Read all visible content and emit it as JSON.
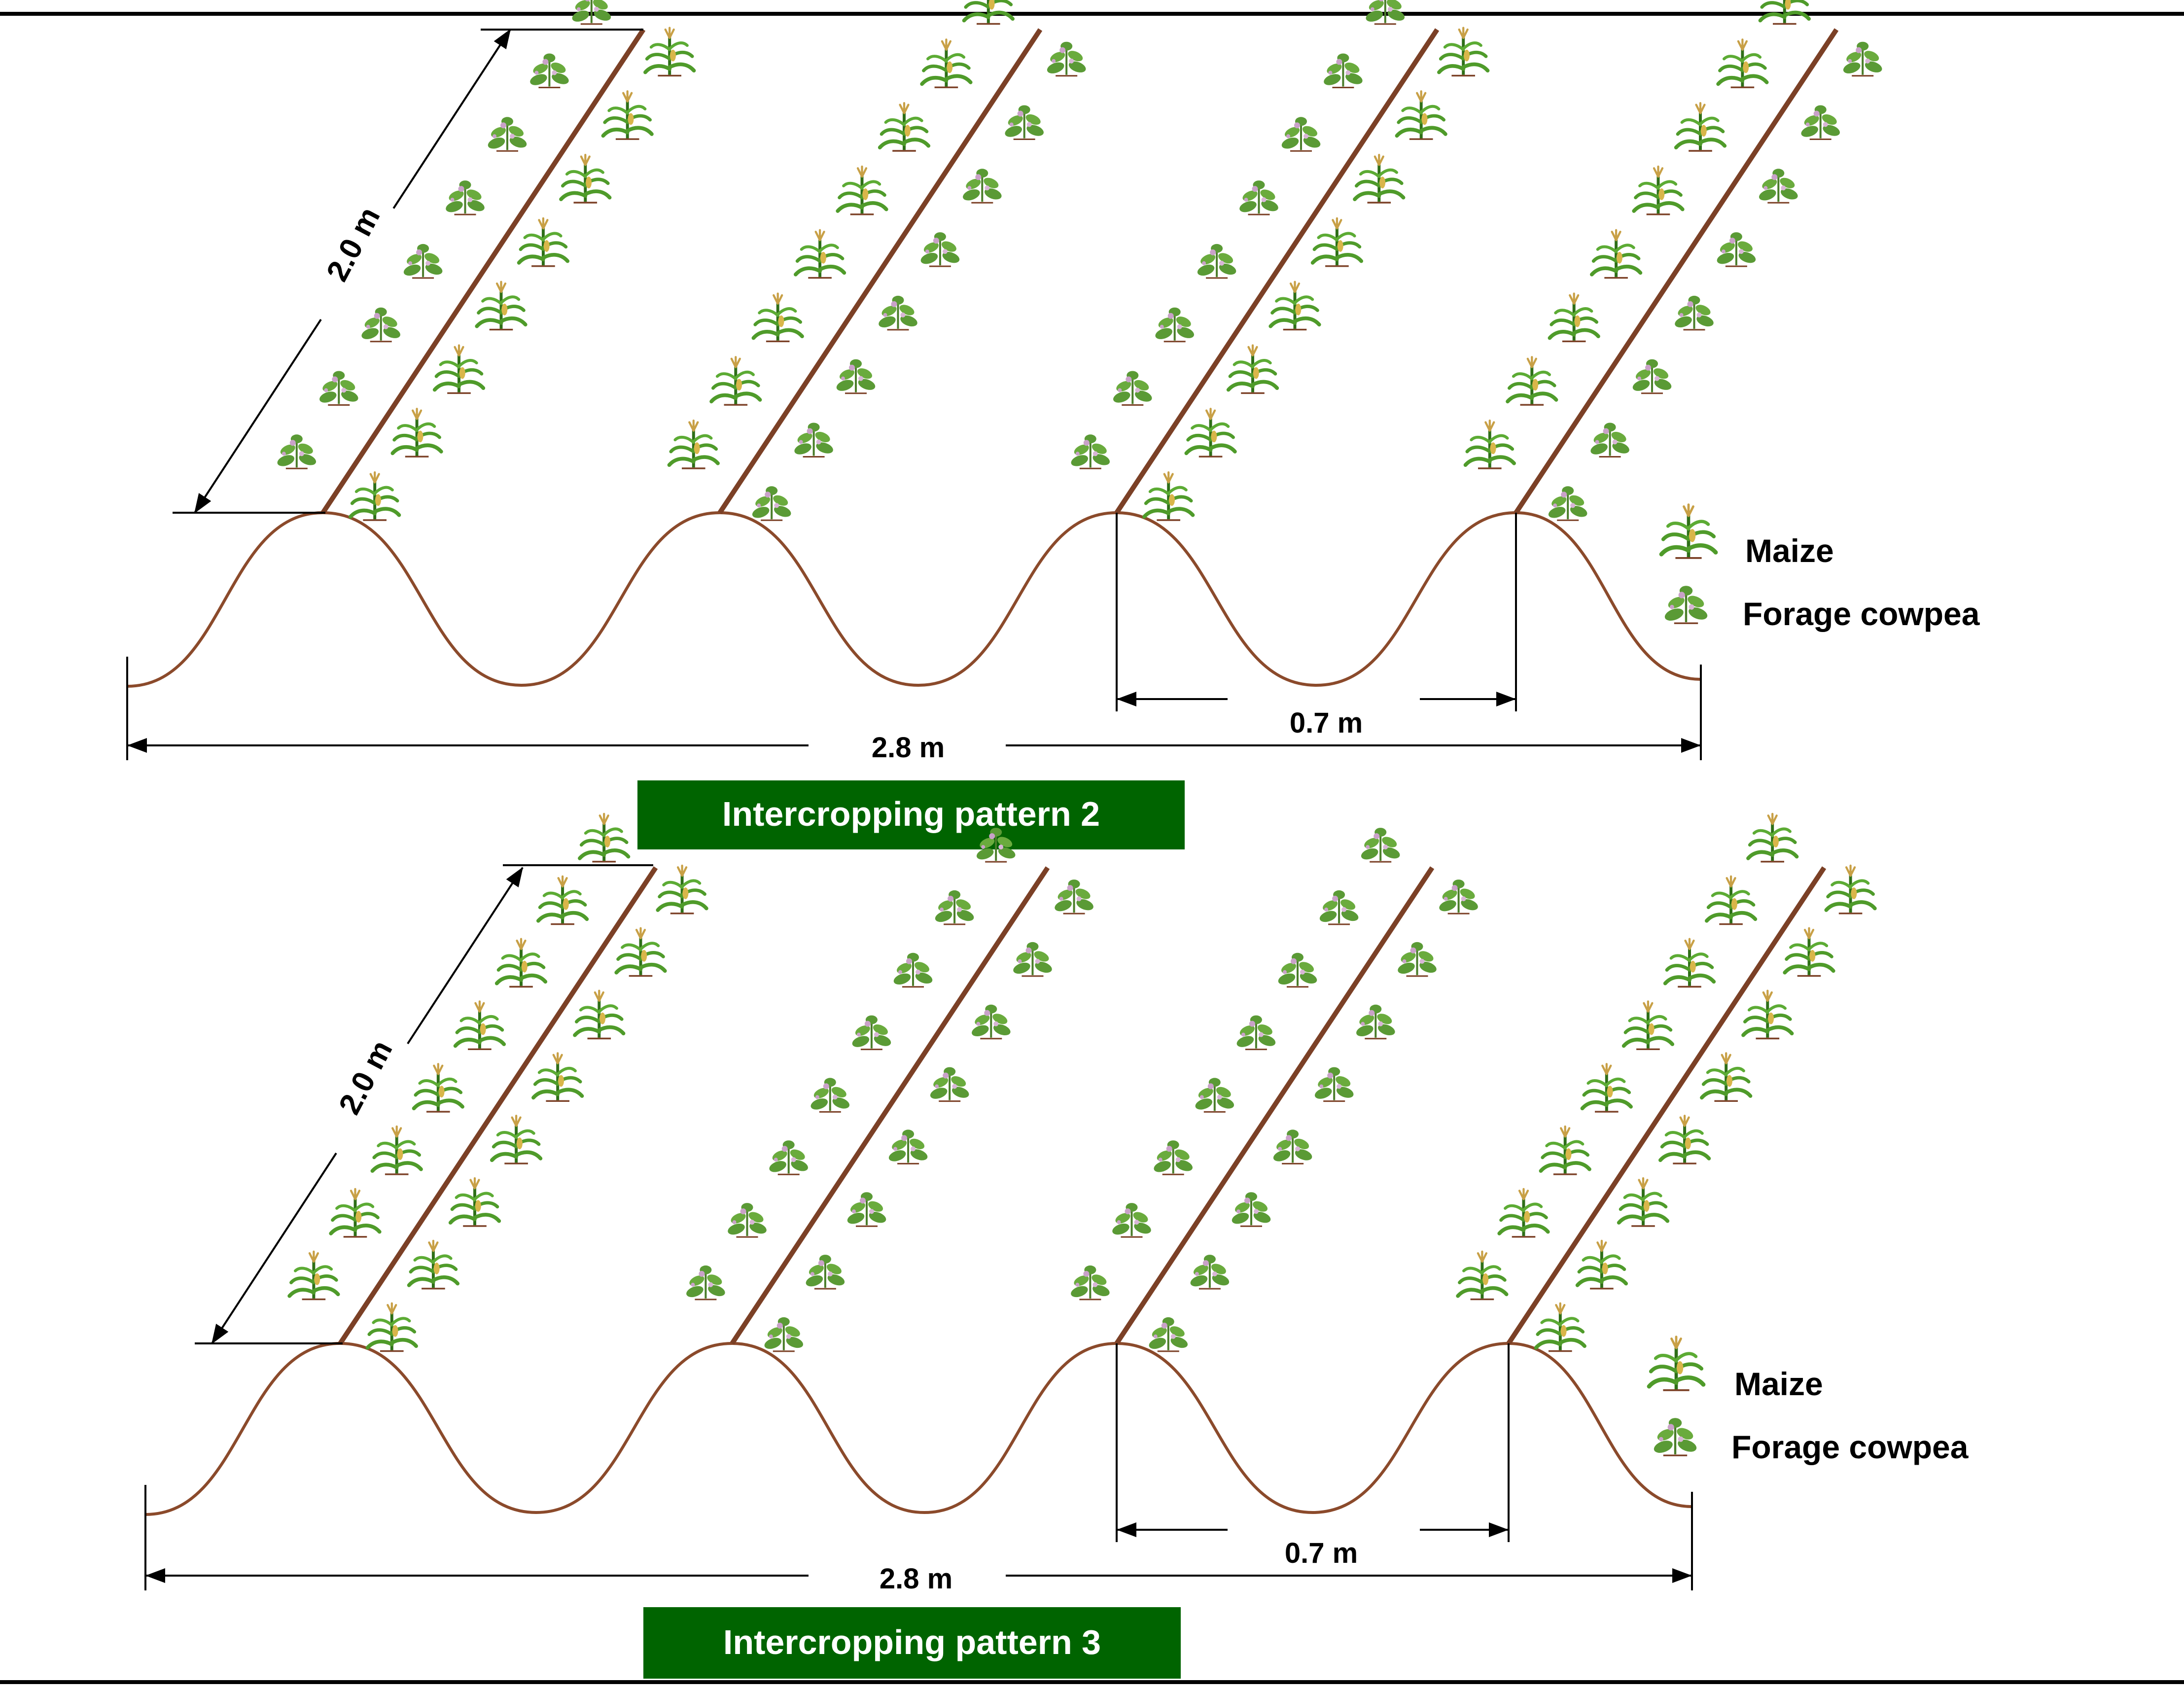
{
  "colors": {
    "ridge": "#8b4a2b",
    "row_line": "#7b4026",
    "dimension": "#000000",
    "rule": "#000000",
    "title_bg": "#006400",
    "title_text": "#ffffff",
    "maize_leaf": "#4f9b2a",
    "maize_stem": "#2e6f18",
    "maize_tassel": "#c8a046",
    "cowpea_leaf": "#5a9a35",
    "cowpea_flower": "#c9a2c8"
  },
  "icons": {
    "maize": "maize-plant-icon",
    "cowpea": "cowpea-plant-icon"
  },
  "panels": [
    {
      "id": "pattern-2",
      "title": "Intercropping pattern 2",
      "row_length_label": "2.0 m",
      "ridge_spacing_label": "0.7 m",
      "total_width_label": "2.8 m",
      "legend": [
        {
          "icon": "maize",
          "label": "Maize"
        },
        {
          "icon": "cowpea",
          "label": "Forage cowpea"
        }
      ],
      "rows": [
        {
          "left": "maize",
          "right": "cowpea"
        },
        {
          "left": "cowpea",
          "right": "maize"
        },
        {
          "left": "maize",
          "right": "cowpea"
        },
        {
          "left": "cowpea",
          "right": "maize"
        }
      ]
    },
    {
      "id": "pattern-3",
      "title": "Intercropping pattern 3",
      "row_length_label": "2.0 m",
      "ridge_spacing_label": "0.7 m",
      "total_width_label": "2.8 m",
      "legend": [
        {
          "icon": "maize",
          "label": "Maize"
        },
        {
          "icon": "cowpea",
          "label": "Forage cowpea"
        }
      ],
      "rows": [
        {
          "left": "maize",
          "right": "maize"
        },
        {
          "left": "cowpea",
          "right": "cowpea"
        },
        {
          "left": "cowpea",
          "right": "cowpea"
        },
        {
          "left": "maize",
          "right": "maize"
        }
      ]
    }
  ]
}
